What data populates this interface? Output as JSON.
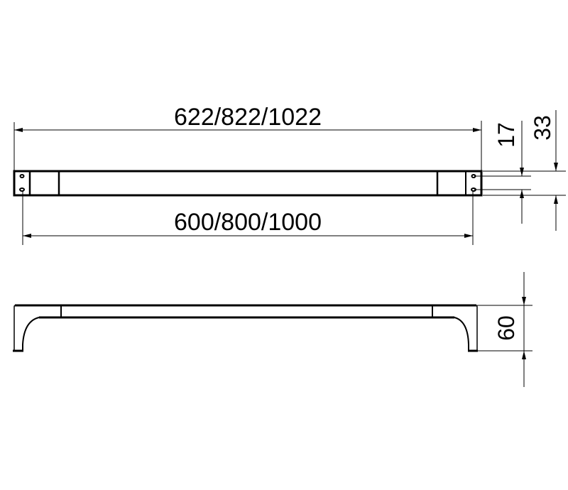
{
  "dimensions": {
    "overall_length": "622/822/1022",
    "mounting_distance": "600/800/1000",
    "hole_spacing": "17",
    "bar_height": "33",
    "projection": "60"
  },
  "colors": {
    "line": "#000000",
    "background": "#ffffff"
  }
}
